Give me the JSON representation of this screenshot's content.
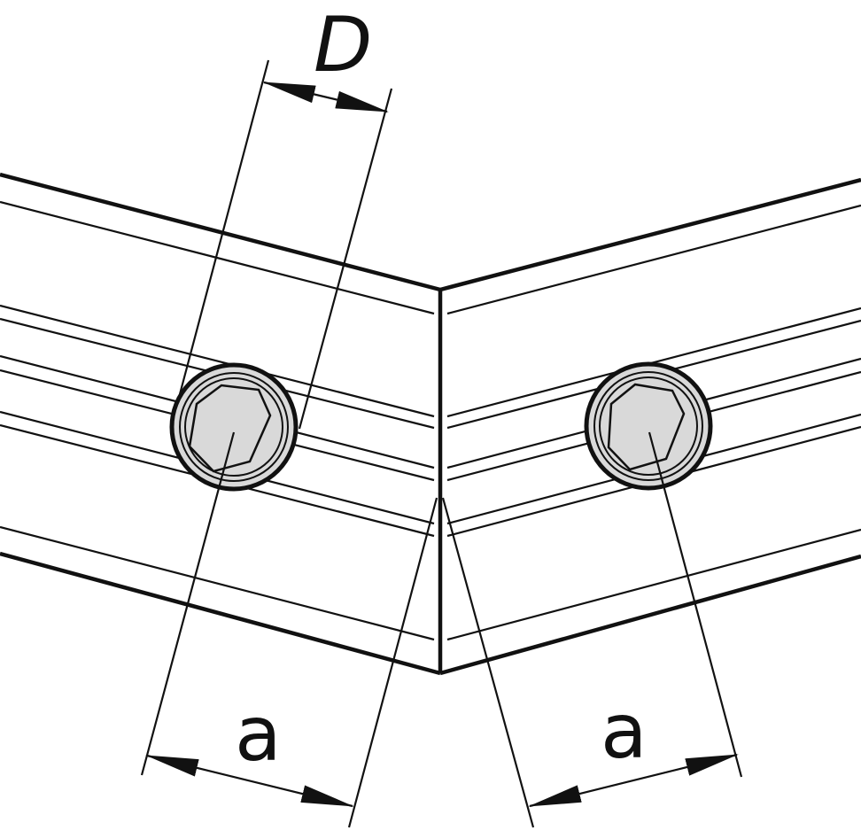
{
  "diagram": {
    "dimension_labels": {
      "diameter": "D",
      "left_offset": "a",
      "right_offset": "a"
    },
    "colors": {
      "stroke": "#111111",
      "screw_fill": "#d9d9d9",
      "background": "#ffffff"
    }
  }
}
